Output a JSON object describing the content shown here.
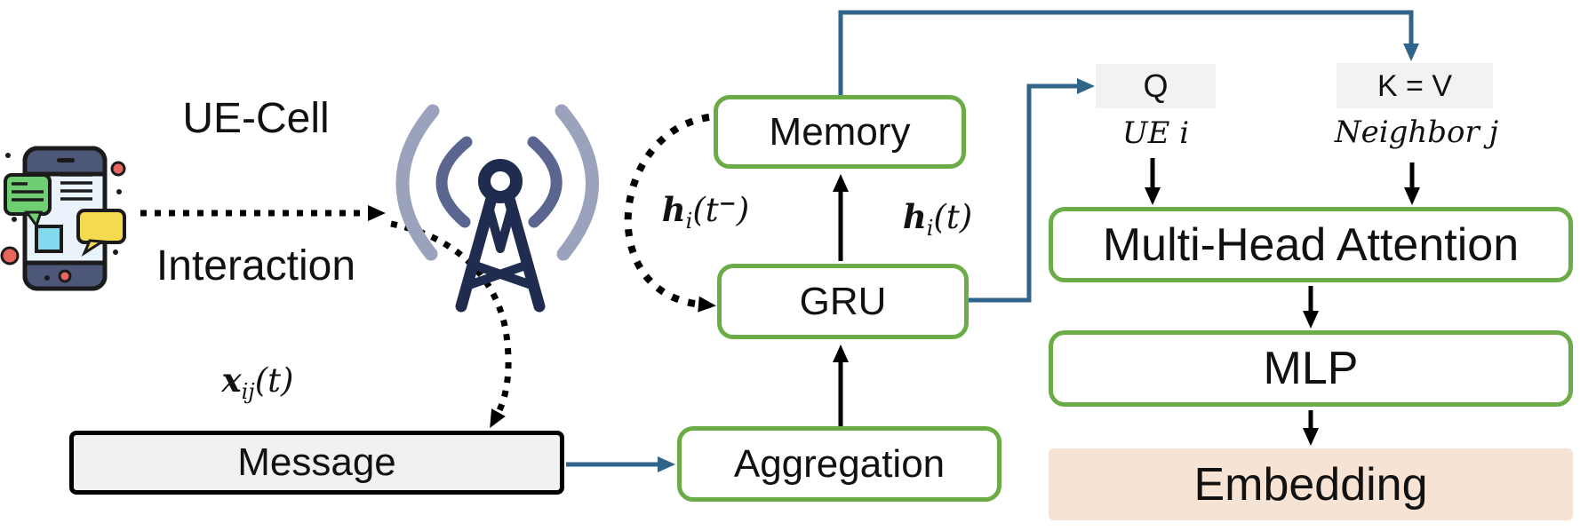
{
  "left_panel": {
    "title_line1": "UE-Cell",
    "title_line2": "Interaction"
  },
  "boxes": {
    "memory": {
      "label": "Memory"
    },
    "gru": {
      "label": "GRU"
    },
    "aggregation": {
      "label": "Aggregation"
    },
    "message": {
      "label": "Message"
    },
    "q": {
      "label": "Q"
    },
    "kv": {
      "label": "K = V"
    },
    "attention": {
      "label": "Multi-Head Attention"
    },
    "mlp": {
      "label": "MLP"
    },
    "embedding": {
      "label": "Embedding"
    }
  },
  "annotations": {
    "ue_i": "UE i",
    "neighbor_j": "Neighbor j"
  },
  "math": {
    "memory_read": {
      "v": "h",
      "sub": "i",
      "open": "(",
      "arg": "t",
      "sup": "−",
      "close": ")"
    },
    "gru_out": {
      "v": "h",
      "sub": "i",
      "open": "(",
      "arg": "t",
      "sup": "",
      "close": ")"
    },
    "message_input": {
      "v": "x",
      "sub": "ij",
      "open": "(",
      "arg": "t",
      "sup": "",
      "close": ")"
    }
  },
  "icons": {
    "phone": "smartphone-chat-icon",
    "tower": "cell-tower-icon"
  },
  "colors": {
    "green_border": "#6BAC47",
    "blue_line": "#31648A",
    "embedding_fill": "#F6E3D3",
    "panel_gray": "#F2F2F2",
    "message_fill": "#F1F1F1",
    "ink": "#111111",
    "tower_dark": "#202B50",
    "tower_arc_outer": "#9BA3BC",
    "tower_arc_inner": "#5A6590",
    "phone_screen": "#EAF2FC",
    "phone_bezel": "#4D5878",
    "bubble_green": "#6FCE72",
    "bubble_yellow": "#F5D94F",
    "square_cyan": "#82DBEC",
    "dot_red": "#E9655E"
  }
}
